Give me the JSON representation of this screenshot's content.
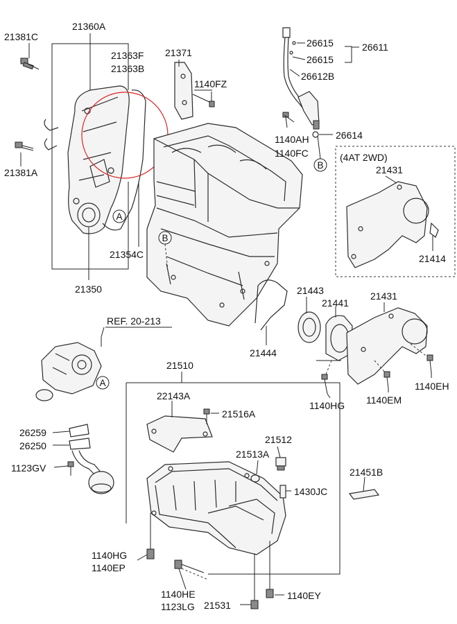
{
  "labels": {
    "p21381C": "21381C",
    "p21360A": "21360A",
    "p21363F": "21363F",
    "p21363B": "21363B",
    "p21371": "21371",
    "p1140FZ": "1140FZ",
    "p26615a": "26615",
    "p26615b": "26615",
    "p26611": "26611",
    "p26612B": "26612B",
    "p1140AH": "1140AH",
    "p1140FC": "1140FC",
    "p26614": "26614",
    "p21381A": "21381A",
    "p21354C": "21354C",
    "p21350": "21350",
    "note4at": "(4AT 2WD)",
    "p21431a": "21431",
    "p21414": "21414",
    "p21443": "21443",
    "p21441": "21441",
    "p21431b": "21431",
    "p21444": "21444",
    "ref": "REF. 20-213",
    "p21510": "21510",
    "p1140EH": "1140EH",
    "p1140EM": "1140EM",
    "p1140HGa": "1140HG",
    "p22143A": "22143A",
    "p21516A": "21516A",
    "p26259": "26259",
    "p26250": "26250",
    "p21512": "21512",
    "p21513A": "21513A",
    "p1123GV": "1123GV",
    "p21451B": "21451B",
    "p1430JC": "1430JC",
    "p1140HGb": "1140HG",
    "p1140EP": "1140EP",
    "p1140HE": "1140HE",
    "p1123LG": "1123LG",
    "p21531": "21531",
    "p1140EY": "1140EY"
  },
  "callouts": {
    "a1": "A",
    "a2": "A",
    "b1": "B",
    "b2": "B"
  }
}
